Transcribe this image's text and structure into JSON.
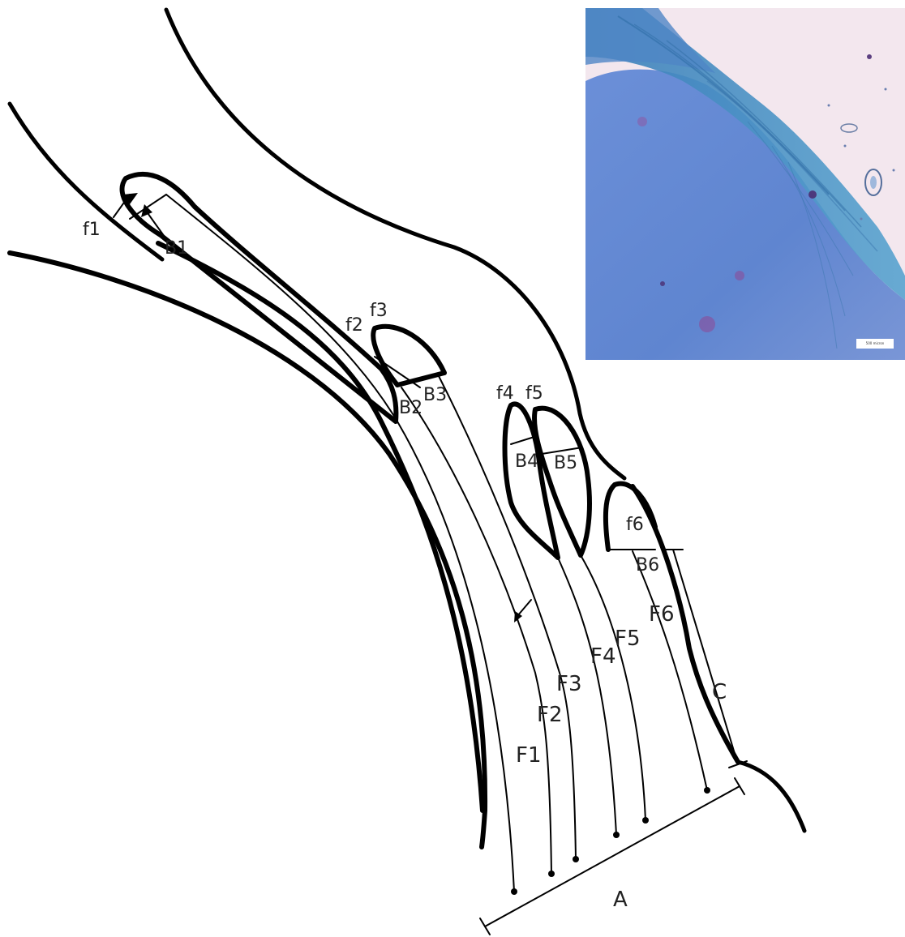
{
  "labels": {
    "f1": "f1",
    "f2": "f2",
    "f3": "f3",
    "f4": "f4",
    "f5": "f5",
    "f6": "f6",
    "B1": "B1",
    "B2": "B2",
    "B3": "B3",
    "B4": "B4",
    "B5": "B5",
    "B6": "B6",
    "F1": "F1",
    "F2": "F2",
    "F3": "F3",
    "F4": "F4",
    "F5": "F5",
    "F6": "F6",
    "A": "A",
    "C": "C"
  },
  "micrograph": {
    "scale_bar_text": "500 micron",
    "colors": {
      "tissue": "#5b84cc",
      "background": "#f4e9ef",
      "fibers": "#3f8fc0",
      "stain": "#4b2e73"
    }
  }
}
